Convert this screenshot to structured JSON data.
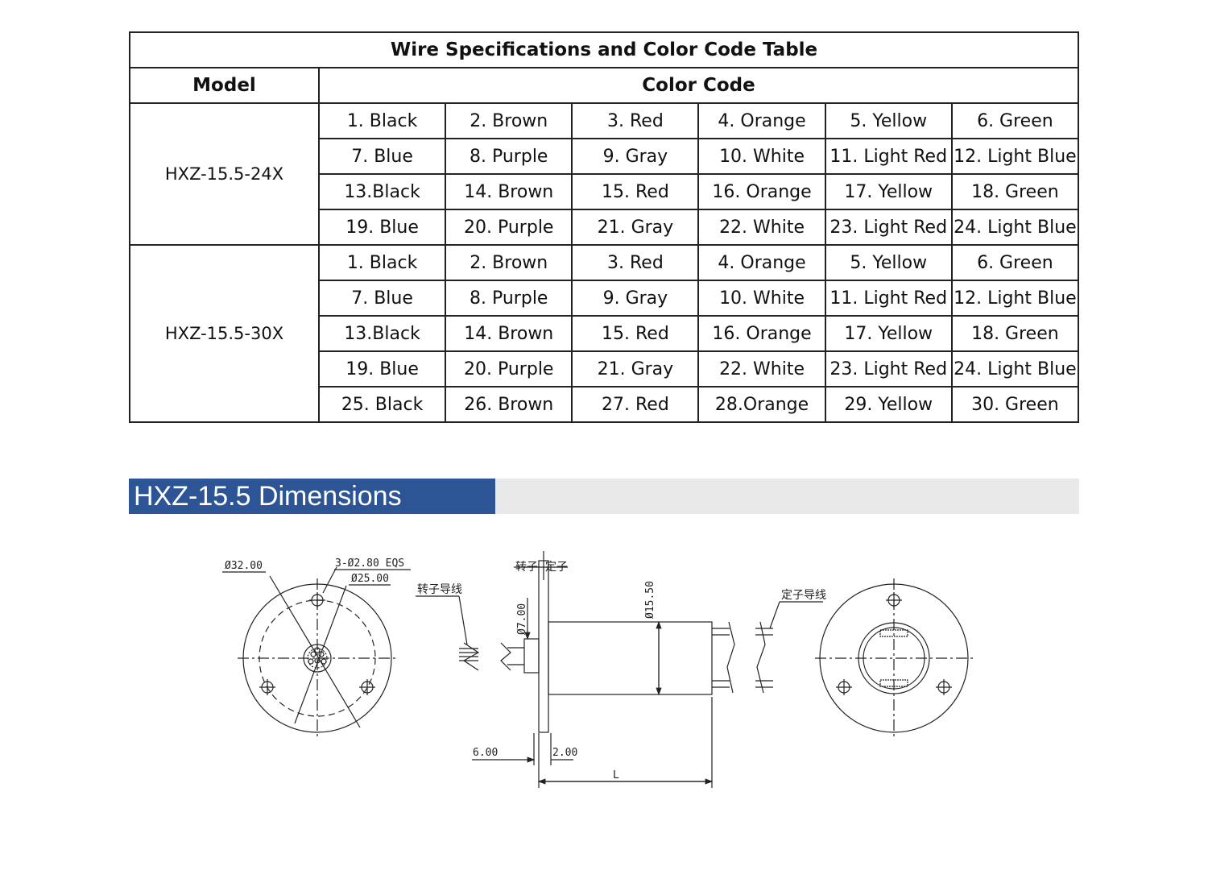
{
  "table": {
    "title": "Wire Specifications and Color Code Table",
    "header_model": "Model",
    "header_color_code": "Color Code",
    "models": [
      {
        "name": "HXZ-15.5-24X",
        "rows": [
          [
            "1. Black",
            "2. Brown",
            "3. Red",
            "4. Orange",
            "5. Yellow",
            "6. Green"
          ],
          [
            "7. Blue",
            "8. Purple",
            "9. Gray",
            "10. White",
            "11. Light Red",
            "12. Light Blue"
          ],
          [
            "13.Black",
            "14. Brown",
            "15. Red",
            "16. Orange",
            "17. Yellow",
            "18. Green"
          ],
          [
            "19. Blue",
            "20. Purple",
            "21. Gray",
            "22. White",
            "23. Light Red",
            "24. Light Blue"
          ]
        ]
      },
      {
        "name": "HXZ-15.5-30X",
        "rows": [
          [
            "1. Black",
            "2. Brown",
            "3. Red",
            "4. Orange",
            "5. Yellow",
            "6. Green"
          ],
          [
            "7. Blue",
            "8. Purple",
            "9. Gray",
            "10. White",
            "11. Light Red",
            "12. Light Blue"
          ],
          [
            "13.Black",
            "14. Brown",
            "15. Red",
            "16. Orange",
            "17. Yellow",
            "18. Green"
          ],
          [
            "19. Blue",
            "20. Purple",
            "21. Gray",
            "22. White",
            "23. Light Red",
            "24. Light Blue"
          ],
          [
            "25. Black",
            "26. Brown",
            "27. Red",
            "28.Orange",
            "29. Yellow",
            "30. Green"
          ]
        ]
      }
    ]
  },
  "section": {
    "title": "HXZ-15.5 Dimensions",
    "accent_color": "#2d5596",
    "band_color": "#e9e9ea"
  },
  "drawing": {
    "front_view": {
      "outer_diameter": "Ø32.00",
      "hole_spec": "3-Ø2.80 EQS",
      "pitch_diameter": "Ø25.00"
    },
    "side_view": {
      "rotor_label": "转子",
      "stator_label": "定子",
      "rotor_wire_label": "转子导线",
      "stator_wire_label": "定子导线",
      "rotor_diameter": "Ø7.00",
      "body_diameter": "Ø15.50",
      "dim_left": "6.00",
      "dim_flange": "2.00",
      "dim_length": "L"
    }
  }
}
